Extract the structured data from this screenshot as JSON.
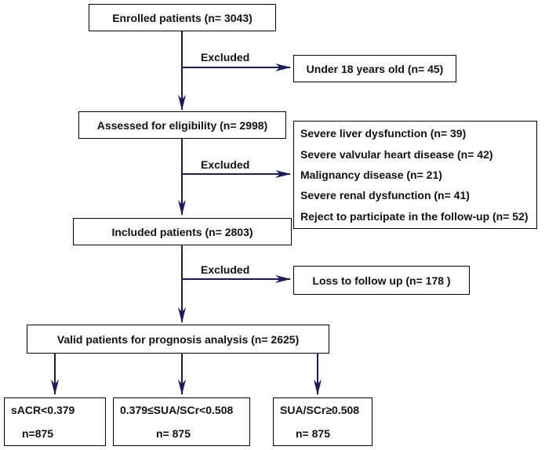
{
  "enrolled": "Enrolled patients (n= 3043)",
  "excluded_label": "Excluded",
  "under18": "Under 18 years old (n= 45)",
  "assessed": "Assessed for eligibility (n= 2998)",
  "eligibility_exclusions": [
    "Severe liver dysfunction (n= 39)",
    "Severe valvular heart disease (n= 42)",
    "Malignancy disease (n= 21)",
    "Severe renal dysfunction (n= 41)",
    "Reject to participate in the follow-up (n= 52)"
  ],
  "included": "Included patients (n= 2803)",
  "loss": "Loss to follow up (n= 178 )",
  "valid": "Valid patients for prognosis analysis (n= 2625)",
  "groups": [
    {
      "label": "sACR<0.379",
      "n": "n=875"
    },
    {
      "label": "0.379≤SUA/SCr<0.508",
      "n": "n= 875"
    },
    {
      "label": "SUA/SCr≥0.508",
      "n": "n= 875"
    }
  ],
  "colors": {
    "line": "#1a1a5e",
    "border": "#000000"
  }
}
